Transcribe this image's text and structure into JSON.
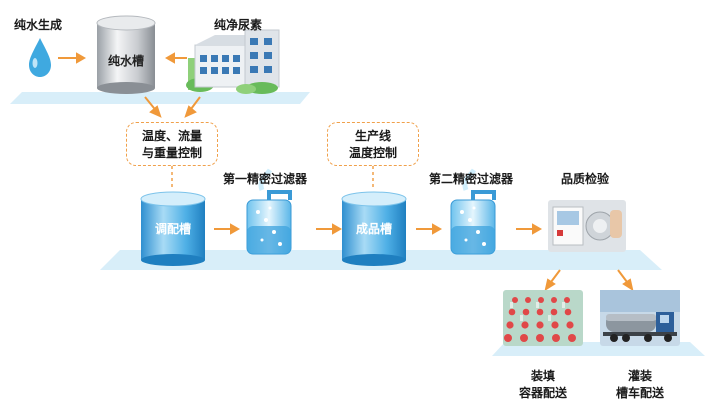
{
  "nodes": {
    "pure_water_gen": "纯水生成",
    "pure_water_tank": "纯水槽",
    "pure_urea": "纯净尿素",
    "control_box_1": [
      "温度、流量",
      "与重量控制"
    ],
    "blend_tank": "调配槽",
    "filter_1": "第一精密过滤器",
    "control_box_2": [
      "生产线",
      "温度控制"
    ],
    "product_tank": "成品槽",
    "filter_2": "第二精密过滤器",
    "qc": "品质检验",
    "output_1": [
      "装填",
      "容器配送"
    ],
    "output_2": [
      "灌装",
      "槽车配送"
    ]
  },
  "colors": {
    "arrow": "#f0993a",
    "platform": "#d4ecf8",
    "tank_blue": "#3aa6de"
  }
}
